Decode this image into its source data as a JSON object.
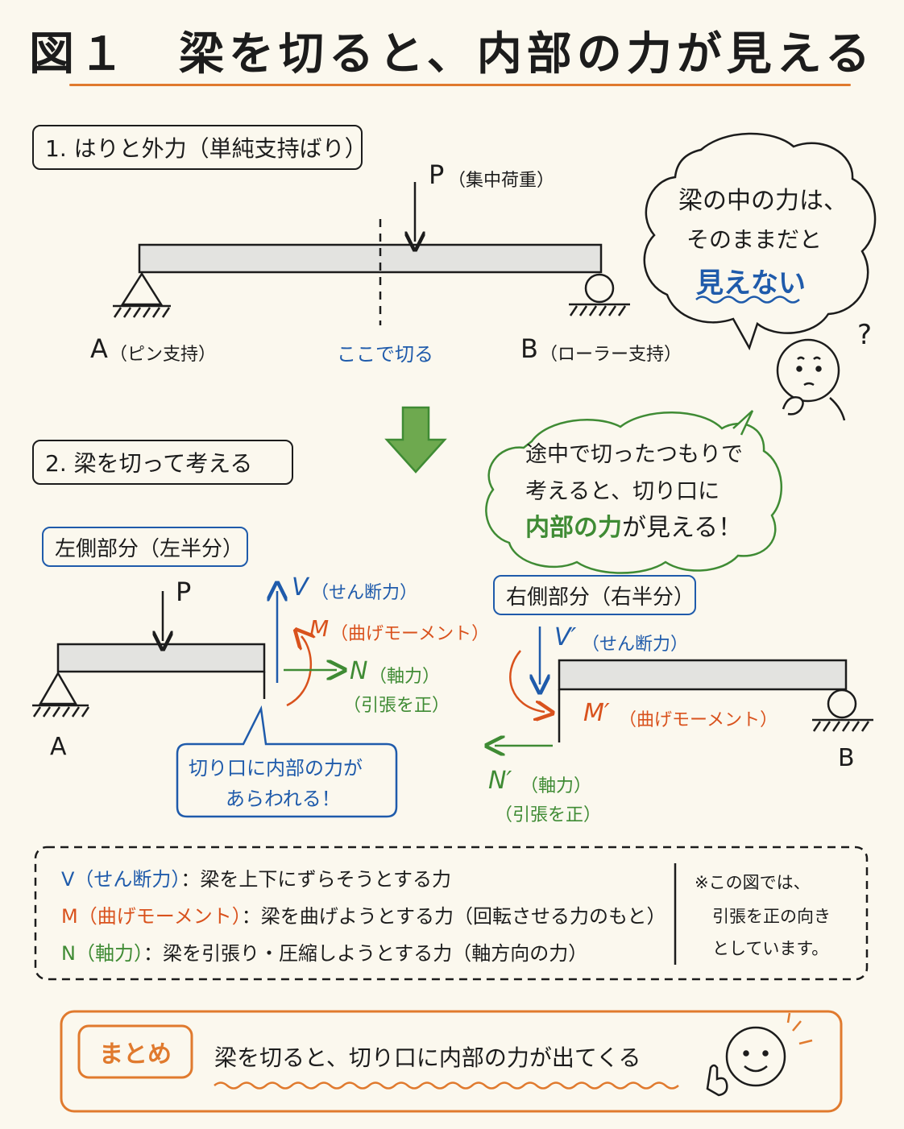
{
  "title": "図１　梁を切ると、内部の力が見える",
  "section1": {
    "label": "1. はりと外力（単純支持ばり）",
    "load_label": "P",
    "load_note": "（集中荷重）",
    "support_a": "A",
    "support_a_note": "（ピン支持）",
    "cut_label": "ここで切る",
    "support_b": "B",
    "support_b_note": "（ローラー支持）"
  },
  "thought_bubble": {
    "line1": "梁の中の力は、",
    "line2": "そのままだと",
    "line3": "見えない",
    "question_mark": "?"
  },
  "section2": {
    "label": "2. 梁を切って考える"
  },
  "cloud_bubble": {
    "line1": "途中で切ったつもりで",
    "line2": "考えると、切り口に",
    "line3_highlight": "内部の力",
    "line3_rest": "が見える！"
  },
  "left_part": {
    "label": "左側部分（左半分）",
    "load_label": "P",
    "support": "A",
    "v": "V",
    "v_note": "（せん断力）",
    "m": "M",
    "m_note": "（曲げモーメント）",
    "n": "N",
    "n_note": "（軸力）",
    "n_note2": "（引張を正）",
    "callout_line1": "切り口に内部の力が",
    "callout_line2": "あらわれる！"
  },
  "right_part": {
    "label": "右側部分（右半分）",
    "support": "B",
    "v": "V′",
    "v_note": "（せん断力）",
    "m": "M′",
    "m_note": "（曲げモーメント）",
    "n": "N′",
    "n_note": "（軸力）",
    "n_note2": "（引張を正）"
  },
  "legend": {
    "v_term": "V（せん断力）",
    "v_desc": "：梁を上下にずらそうとする力",
    "m_term": "M（曲げモーメント）",
    "m_desc": "：梁を曲げようとする力（回転させる力のもと）",
    "n_term": "N（軸力）",
    "n_desc": "：梁を引張り・圧縮しようとする力（軸方向の力）",
    "note_line1": "※この図では、",
    "note_line2": "引張を正の向き",
    "note_line3": "としています。"
  },
  "summary": {
    "label": "まとめ",
    "text": "梁を切ると、切り口に内部の力が出てくる"
  },
  "colors": {
    "blue": "#1f5bab",
    "red": "#d9521d",
    "green": "#3f8b34",
    "orange": "#e07a2e",
    "beam_fill": "#e3e3e0"
  }
}
